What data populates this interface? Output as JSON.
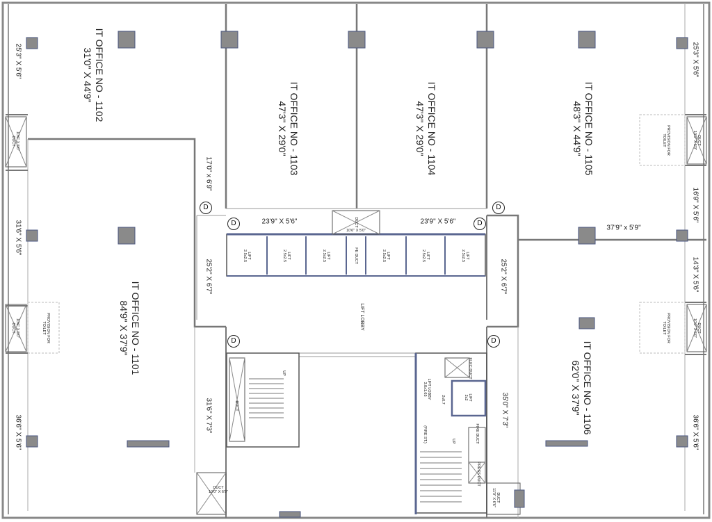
{
  "offices": {
    "o1101": {
      "name": "IT OFFICE NO - 1101",
      "size": "84'9\" X 37'9\""
    },
    "o1102": {
      "name": "IT OFFICE NO - 1102",
      "size": "31'0\" X 44'9\""
    },
    "o1103": {
      "name": "IT OFFICE NO - 1103",
      "size": "47'3\" X 29'0\""
    },
    "o1104": {
      "name": "IT OFFICE NO - 1104",
      "size": "47'3\" X 29'0\""
    },
    "o1105": {
      "name": "IT OFFICE NO - 1105",
      "size": "48'3\" X 44'9\""
    },
    "o1106": {
      "name": "IT OFFICE NO - 1106",
      "size": "62'0\" X 37'9\""
    }
  },
  "balconies": {
    "left_top": "25'3\" X 5'6\"",
    "left_mid": "31'6\" X 5'6\"",
    "left_bot": "36'6\" X 5'6\"",
    "right_top": "25'3\" X 5'6\"",
    "right_mid1": "16'9\" X 5'6\"",
    "right_mid2": "14'3\" X 5'6\"",
    "right_bot": "36'6\" X 5'6\""
  },
  "corridors": {
    "c_17": "17'0\" x 6'9\"",
    "c_top_left": "23'9\" X 5'6\"",
    "c_top_right": "23'9\" X 5'6\"",
    "c_left": "25'2\" X 6'7\"",
    "c_right": "25'2\" X 6'7\"",
    "c_379": "37'9\" x 5'9\"",
    "c_316": "31'6\" X 7'3\"",
    "c_350": "35'0\" X 7'3\""
  },
  "ducts": {
    "left_top": "10'6\" X 5'0\"",
    "left_mid": "10'6\" X 5'0\"",
    "right_top": "10'6\" X 5'0\"",
    "right_mid": "10'6\" X 5'0\"",
    "duct_word": "DUCT",
    "provision": "PROVISION FOR TOILET",
    "center_top": "10'6\" X 5'0\"",
    "fe_duct": "FE DUCT",
    "bottom_left_size": "10'0\" X 6'9\"",
    "bottom_right_size": "11'0\" X 6'6\"",
    "elec": "ELEC DUCT",
    "fire": "FIRE DUCT",
    "press": "PRESS DUCT"
  },
  "lifts": {
    "label": "LIFT",
    "size": "2.5x2.5",
    "small_size": "2x2"
  },
  "lobby": {
    "main": "LIFT LOBBY",
    "small": "LIFT LOBBY",
    "small_size": "3.8x1.65",
    "x207": "2x0.7"
  },
  "stairs": {
    "up": "UP",
    "fire": "(FIRE ST.)"
  },
  "door_mark": "D",
  "colors": {
    "wall": "#7a7a7a",
    "column": "#8a8a8a",
    "column_edge": "#4a5680",
    "glass": "#5a6690",
    "line": "#444444"
  }
}
